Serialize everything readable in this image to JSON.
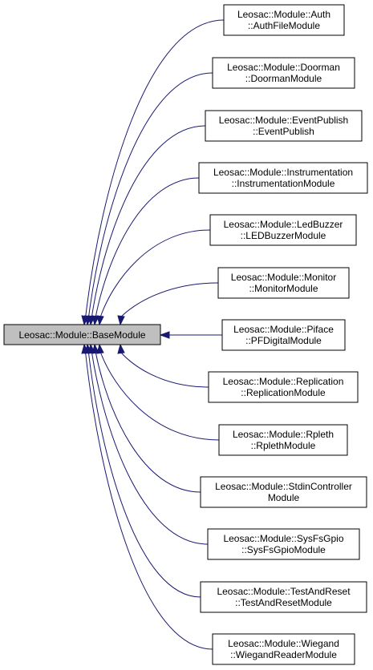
{
  "base": {
    "label": "Leosac::Module::BaseModule"
  },
  "derived": [
    {
      "id": "auth",
      "lines": [
        "Leosac::Module::Auth",
        "::AuthFileModule"
      ]
    },
    {
      "id": "doorman",
      "lines": [
        "Leosac::Module::Doorman",
        "::DoormanModule"
      ]
    },
    {
      "id": "eventpublish",
      "lines": [
        "Leosac::Module::EventPublish",
        "::EventPublish"
      ]
    },
    {
      "id": "instrumentation",
      "lines": [
        "Leosac::Module::Instrumentation",
        "::InstrumentationModule"
      ]
    },
    {
      "id": "ledbuzzer",
      "lines": [
        "Leosac::Module::LedBuzzer",
        "::LEDBuzzerModule"
      ]
    },
    {
      "id": "monitor",
      "lines": [
        "Leosac::Module::Monitor",
        "::MonitorModule"
      ]
    },
    {
      "id": "piface",
      "lines": [
        "Leosac::Module::Piface",
        "::PFDigitalModule"
      ]
    },
    {
      "id": "replication",
      "lines": [
        "Leosac::Module::Replication",
        "::ReplicationModule"
      ]
    },
    {
      "id": "rpleth",
      "lines": [
        "Leosac::Module::Rpleth",
        "::RplethModule"
      ]
    },
    {
      "id": "stdincontroller",
      "lines": [
        "Leosac::Module::StdinController",
        "Module"
      ]
    },
    {
      "id": "sysfsgpio",
      "lines": [
        "Leosac::Module::SysFsGpio",
        "::SysFsGpioModule"
      ]
    },
    {
      "id": "testandreset",
      "lines": [
        "Leosac::Module::TestAndReset",
        "::TestAndResetModule"
      ]
    },
    {
      "id": "wiegand",
      "lines": [
        "Leosac::Module::Wiegand",
        "::WiegandReaderModule"
      ]
    }
  ]
}
